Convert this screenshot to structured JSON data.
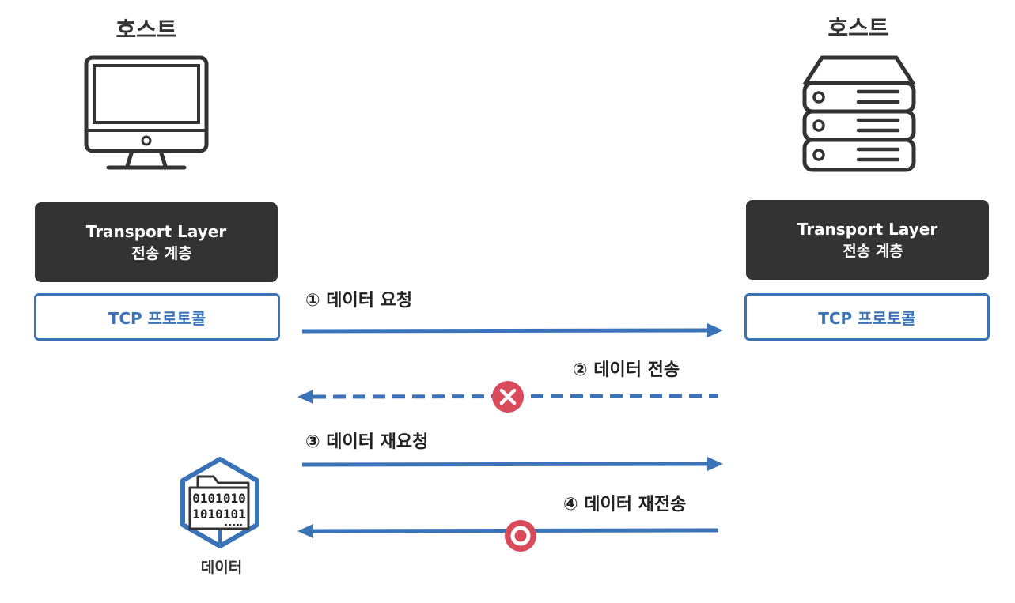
{
  "left_host": {
    "title": "호스트",
    "icon": "desktop-monitor-icon",
    "layer_en": "Transport Layer",
    "layer_ko": "전송 계층",
    "protocol": "TCP 프로토콜"
  },
  "right_host": {
    "title": "호스트",
    "icon": "server-rack-icon",
    "layer_en": "Transport Layer",
    "layer_ko": "전송 계층",
    "protocol": "TCP 프로토콜"
  },
  "steps": [
    {
      "label": "① 데이터 요청",
      "direction": "right",
      "style": "solid"
    },
    {
      "label": "② 데이터 전송",
      "direction": "left",
      "style": "dashed",
      "marker": "failure-x-icon"
    },
    {
      "label": "③ 데이터 재요청",
      "direction": "right",
      "style": "solid"
    },
    {
      "label": "④ 데이터 재전송",
      "direction": "left",
      "style": "solid",
      "marker": "success-o-icon"
    }
  ],
  "data_item": {
    "caption": "데이터",
    "icon": "data-package-icon",
    "binary_lines": [
      "0101010",
      "1010101"
    ]
  },
  "colors": {
    "accent_blue": "#3b73b9",
    "dark_box": "#333333",
    "alert_red": "#d94a5a",
    "icon_dark": "#333333"
  }
}
